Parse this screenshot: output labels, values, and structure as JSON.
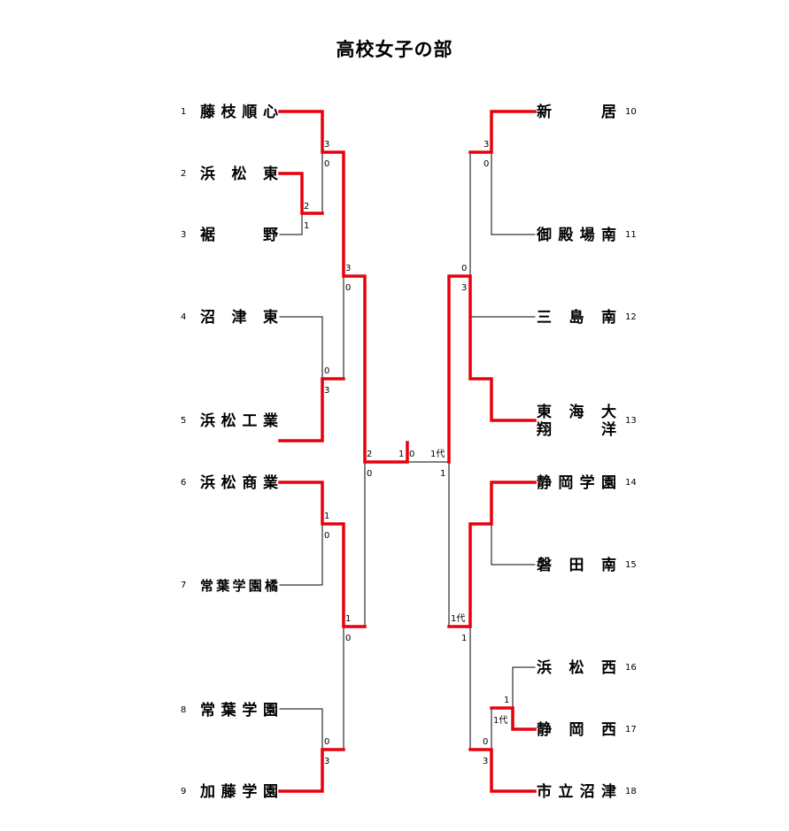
{
  "title": "高校女子の部",
  "line_colors": {
    "winner": "#e8000b",
    "loser": "#000000"
  },
  "teams": [
    {
      "seed": "1",
      "name": "藤枝順心"
    },
    {
      "seed": "2",
      "name": "浜松東"
    },
    {
      "seed": "3",
      "name": "裾野"
    },
    {
      "seed": "4",
      "name": "沼津東"
    },
    {
      "seed": "5",
      "name": "浜松工業"
    },
    {
      "seed": "6",
      "name": "浜松商業"
    },
    {
      "seed": "7",
      "name": "常葉学園橘"
    },
    {
      "seed": "8",
      "name": "常葉学園"
    },
    {
      "seed": "9",
      "name": "加藤学園"
    },
    {
      "seed": "10",
      "name": "新居"
    },
    {
      "seed": "11",
      "name": "御殿場南"
    },
    {
      "seed": "12",
      "name": "三島南"
    },
    {
      "seed": "13",
      "name": "東海大翔洋",
      "line1": "東海大",
      "line2": "翔洋"
    },
    {
      "seed": "14",
      "name": "静岡学園"
    },
    {
      "seed": "15",
      "name": "磐田南"
    },
    {
      "seed": "16",
      "name": "浜松西"
    },
    {
      "seed": "17",
      "name": "静岡西"
    },
    {
      "seed": "18",
      "name": "市立沼津"
    }
  ],
  "scores": {
    "s1": "3",
    "s2": "0",
    "s3": "2",
    "s4": "1",
    "s5": "3",
    "s6": "0",
    "s7": "0",
    "s8": "3",
    "s9": "1",
    "s10": "0",
    "s11": "1",
    "s12": "0",
    "s13": "0",
    "s14": "3",
    "s15": "2",
    "s16": "0",
    "s17": "1",
    "s18": "0",
    "s19": "1代",
    "s20": "1",
    "s21": "3",
    "s22": "0",
    "s23": "0",
    "s24": "3",
    "s25": "1代",
    "s26": "1",
    "s27": "1",
    "s28": "1代",
    "s29": "0",
    "s30": "3"
  }
}
